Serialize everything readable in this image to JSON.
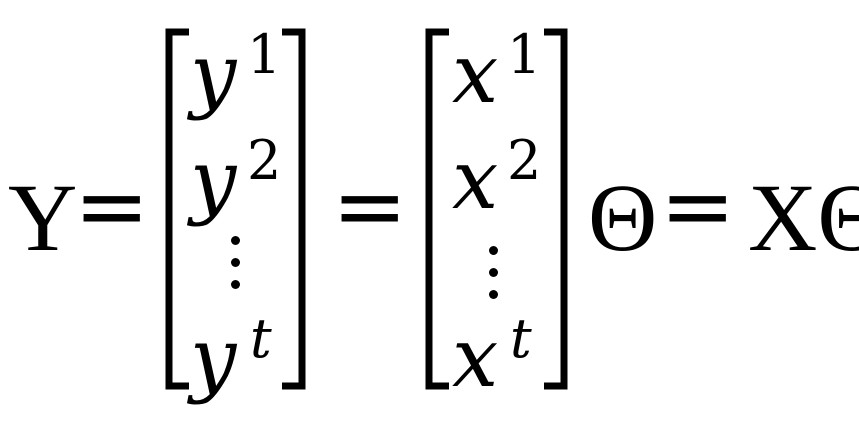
{
  "equation": {
    "lhs": "Y",
    "equals": "=",
    "vector_y": {
      "base": "y",
      "superscripts": [
        "1",
        "2",
        "t"
      ]
    },
    "vector_x": {
      "base": "x",
      "superscripts": [
        "1",
        "2",
        "t"
      ]
    },
    "theta": "Θ",
    "rhs": "XΘ"
  }
}
